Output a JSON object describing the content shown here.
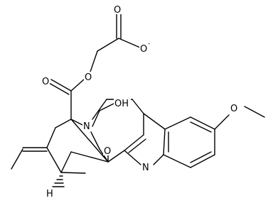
{
  "molecule": {
    "atoms": {
      "o_carboxylate_top": "O",
      "o_carboxylate_minus": "O",
      "o_ester_carbonyl": "O",
      "o_ester_link": "O",
      "n_tertiary": "N",
      "oh_group": "OH",
      "o_hydroxy_lower": "O",
      "n_indole": "N",
      "o_methoxy": "O",
      "h_stereo": "H"
    },
    "charge": {
      "minus_sign": "-"
    }
  }
}
